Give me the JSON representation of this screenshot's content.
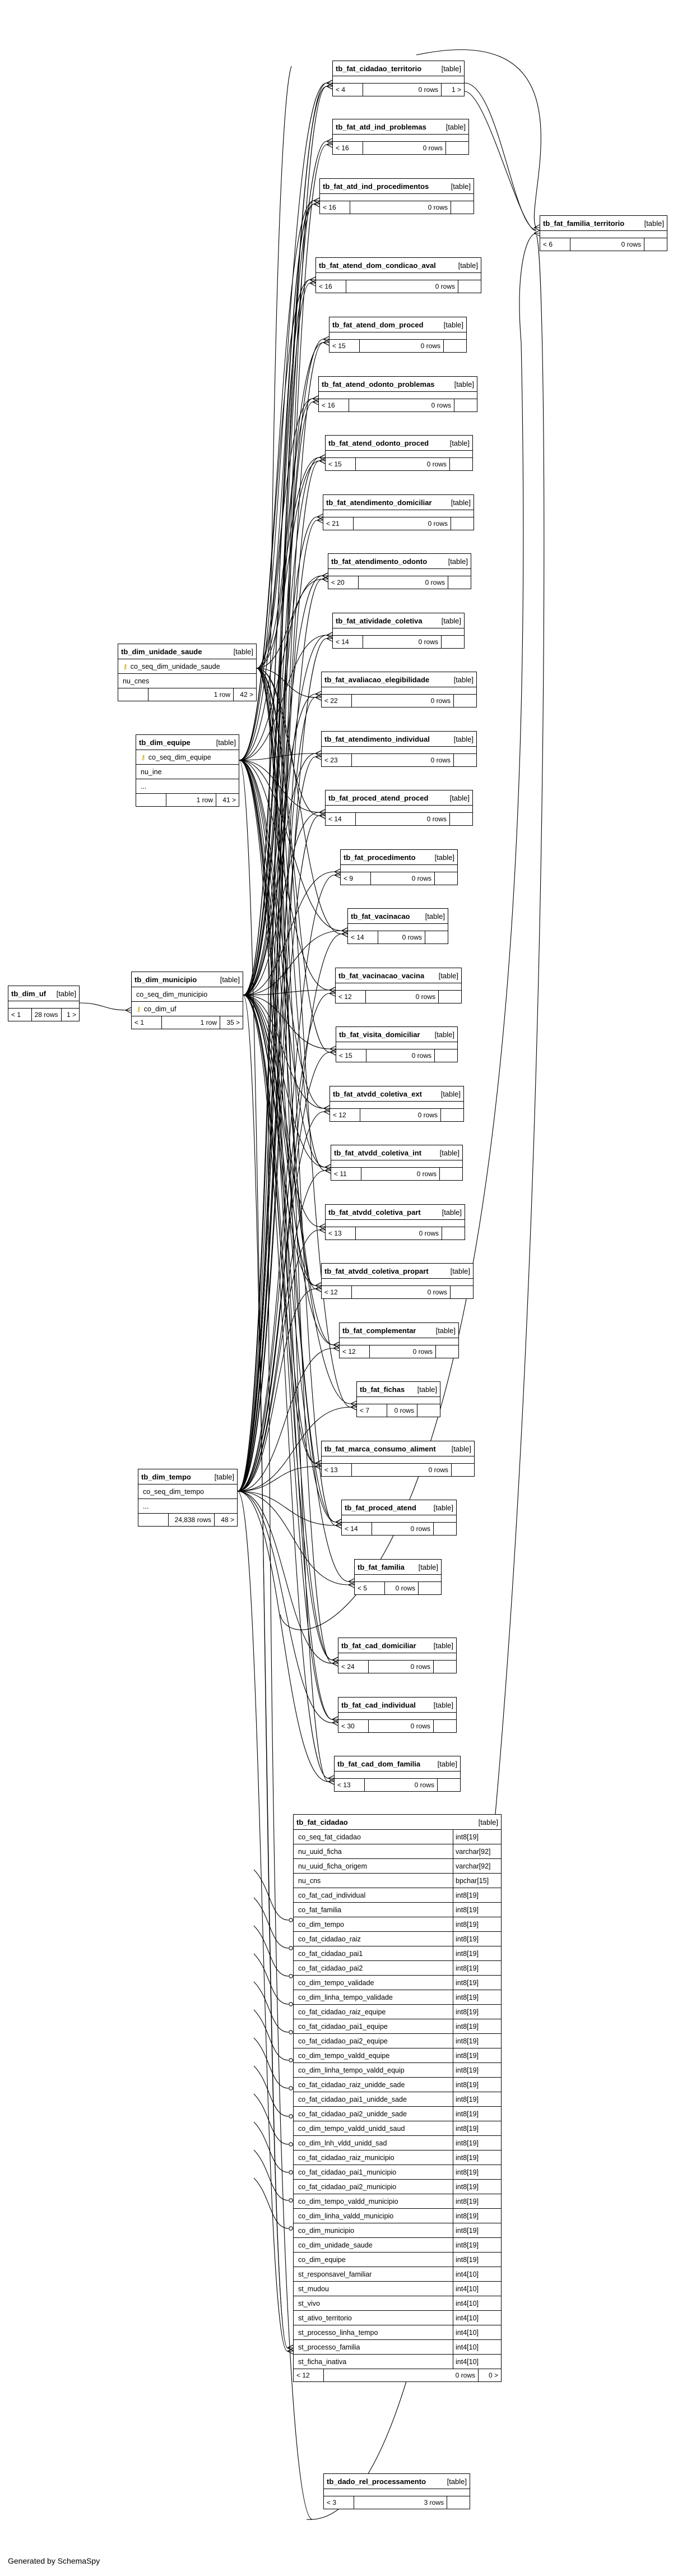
{
  "diagram": {
    "credit": "Generated by SchemaSpy",
    "kind_label": "[table]",
    "key_glyph": "⚷",
    "tables": [
      {
        "id": "tb_dim_uf",
        "name": "tb_dim_uf",
        "c1": "< 1",
        "c2": "28 rows",
        "c3": "1 >"
      },
      {
        "id": "tb_dim_municipio",
        "name": "tb_dim_municipio",
        "columns": [
          {
            "n": "co_seq_dim_municipio"
          },
          {
            "n": "co_dim_uf",
            "key": true
          }
        ],
        "c1": "< 1",
        "c2": "1 row",
        "c3": "35 >"
      },
      {
        "id": "tb_dim_unidade_saude",
        "name": "tb_dim_unidade_saude",
        "columns": [
          {
            "n": "co_seq_dim_unidade_saude",
            "key": true
          },
          {
            "n": "nu_cnes"
          }
        ],
        "c1": "",
        "c2": "1 row",
        "c3": "42 >"
      },
      {
        "id": "tb_dim_equipe",
        "name": "tb_dim_equipe",
        "columns": [
          {
            "n": "co_seq_dim_equipe",
            "key": true
          },
          {
            "n": "nu_ine"
          },
          {
            "n": "..."
          }
        ],
        "c1": "",
        "c2": "1 row",
        "c3": "41 >"
      },
      {
        "id": "tb_dim_tempo",
        "name": "tb_dim_tempo",
        "columns": [
          {
            "n": "co_seq_dim_tempo"
          },
          {
            "n": "..."
          }
        ],
        "c1": "",
        "c2": "24,838 rows",
        "c3": "48 >"
      },
      {
        "id": "tb_fat_familia_territorio",
        "name": "tb_fat_familia_territorio",
        "c1": "< 6",
        "c2": "0 rows",
        "c3": ""
      },
      {
        "id": "tb_fat_cidadao_territorio",
        "name": "tb_fat_cidadao_territorio",
        "c1": "< 4",
        "c2": "0 rows",
        "c3": "1 >"
      },
      {
        "id": "tb_fat_atd_ind_problemas",
        "name": "tb_fat_atd_ind_problemas",
        "c1": "< 16",
        "c2": "0 rows",
        "c3": ""
      },
      {
        "id": "tb_fat_atd_ind_procedimentos",
        "name": "tb_fat_atd_ind_procedimentos",
        "c1": "< 16",
        "c2": "0 rows",
        "c3": ""
      },
      {
        "id": "tb_fat_atend_dom_condicao_aval",
        "name": "tb_fat_atend_dom_condicao_aval",
        "c1": "< 16",
        "c2": "0 rows",
        "c3": ""
      },
      {
        "id": "tb_fat_atend_dom_proced",
        "name": "tb_fat_atend_dom_proced",
        "c1": "< 15",
        "c2": "0 rows",
        "c3": ""
      },
      {
        "id": "tb_fat_atend_odonto_problemas",
        "name": "tb_fat_atend_odonto_problemas",
        "c1": "< 16",
        "c2": "0 rows",
        "c3": ""
      },
      {
        "id": "tb_fat_atend_odonto_proced",
        "name": "tb_fat_atend_odonto_proced",
        "c1": "< 15",
        "c2": "0 rows",
        "c3": ""
      },
      {
        "id": "tb_fat_atendimento_domiciliar",
        "name": "tb_fat_atendimento_domiciliar",
        "c1": "< 21",
        "c2": "0 rows",
        "c3": ""
      },
      {
        "id": "tb_fat_atendimento_odonto",
        "name": "tb_fat_atendimento_odonto",
        "c1": "< 20",
        "c2": "0 rows",
        "c3": ""
      },
      {
        "id": "tb_fat_atividade_coletiva",
        "name": "tb_fat_atividade_coletiva",
        "c1": "< 14",
        "c2": "0 rows",
        "c3": ""
      },
      {
        "id": "tb_fat_avaliacao_elegibilidade",
        "name": "tb_fat_avaliacao_elegibilidade",
        "c1": "< 22",
        "c2": "0 rows",
        "c3": ""
      },
      {
        "id": "tb_fat_atendimento_individual",
        "name": "tb_fat_atendimento_individual",
        "c1": "< 23",
        "c2": "0 rows",
        "c3": ""
      },
      {
        "id": "tb_fat_proced_atend_proced",
        "name": "tb_fat_proced_atend_proced",
        "c1": "< 14",
        "c2": "0 rows",
        "c3": ""
      },
      {
        "id": "tb_fat_procedimento",
        "name": "tb_fat_procedimento",
        "c1": "< 9",
        "c2": "0 rows",
        "c3": ""
      },
      {
        "id": "tb_fat_vacinacao",
        "name": "tb_fat_vacinacao",
        "c1": "< 14",
        "c2": "0 rows",
        "c3": ""
      },
      {
        "id": "tb_fat_vacinacao_vacina",
        "name": "tb_fat_vacinacao_vacina",
        "c1": "< 12",
        "c2": "0 rows",
        "c3": ""
      },
      {
        "id": "tb_fat_visita_domiciliar",
        "name": "tb_fat_visita_domiciliar",
        "c1": "< 15",
        "c2": "0 rows",
        "c3": ""
      },
      {
        "id": "tb_fat_atvdd_coletiva_ext",
        "name": "tb_fat_atvdd_coletiva_ext",
        "c1": "< 12",
        "c2": "0 rows",
        "c3": ""
      },
      {
        "id": "tb_fat_atvdd_coletiva_int",
        "name": "tb_fat_atvdd_coletiva_int",
        "c1": "< 11",
        "c2": "0 rows",
        "c3": ""
      },
      {
        "id": "tb_fat_atvdd_coletiva_part",
        "name": "tb_fat_atvdd_coletiva_part",
        "c1": "< 13",
        "c2": "0 rows",
        "c3": ""
      },
      {
        "id": "tb_fat_atvdd_coletiva_propart",
        "name": "tb_fat_atvdd_coletiva_propart",
        "c1": "< 12",
        "c2": "0 rows",
        "c3": ""
      },
      {
        "id": "tb_fat_complementar",
        "name": "tb_fat_complementar",
        "c1": "< 12",
        "c2": "0 rows",
        "c3": ""
      },
      {
        "id": "tb_fat_fichas",
        "name": "tb_fat_fichas",
        "c1": "< 7",
        "c2": "0 rows",
        "c3": ""
      },
      {
        "id": "tb_fat_marca_consumo_aliment",
        "name": "tb_fat_marca_consumo_aliment",
        "c1": "< 13",
        "c2": "0 rows",
        "c3": ""
      },
      {
        "id": "tb_fat_proced_atend",
        "name": "tb_fat_proced_atend",
        "c1": "< 14",
        "c2": "0 rows",
        "c3": ""
      },
      {
        "id": "tb_fat_familia",
        "name": "tb_fat_familia",
        "c1": "< 5",
        "c2": "0 rows",
        "c3": ""
      },
      {
        "id": "tb_fat_cad_domiciliar",
        "name": "tb_fat_cad_domiciliar",
        "c1": "< 24",
        "c2": "0 rows",
        "c3": ""
      },
      {
        "id": "tb_fat_cad_individual",
        "name": "tb_fat_cad_individual",
        "c1": "< 30",
        "c2": "0 rows",
        "c3": ""
      },
      {
        "id": "tb_fat_cad_dom_familia",
        "name": "tb_fat_cad_dom_familia",
        "c1": "< 13",
        "c2": "0 rows",
        "c3": ""
      },
      {
        "id": "tb_fat_cidadao",
        "name": "tb_fat_cidadao",
        "columns": [
          {
            "n": "co_seq_fat_cidadao",
            "t": "int8[19]"
          },
          {
            "n": "nu_uuid_ficha",
            "t": "varchar[92]"
          },
          {
            "n": "nu_uuid_ficha_origem",
            "t": "varchar[92]"
          },
          {
            "n": "nu_cns",
            "t": "bpchar[15]"
          },
          {
            "n": "co_fat_cad_individual",
            "t": "int8[19]"
          },
          {
            "n": "co_fat_familia",
            "t": "int8[19]"
          },
          {
            "n": "co_dim_tempo",
            "t": "int8[19]"
          },
          {
            "n": "co_fat_cidadao_raiz",
            "t": "int8[19]"
          },
          {
            "n": "co_fat_cidadao_pai1",
            "t": "int8[19]"
          },
          {
            "n": "co_fat_cidadao_pai2",
            "t": "int8[19]"
          },
          {
            "n": "co_dim_tempo_validade",
            "t": "int8[19]"
          },
          {
            "n": "co_dim_linha_tempo_validade",
            "t": "int8[19]"
          },
          {
            "n": "co_fat_cidadao_raiz_equipe",
            "t": "int8[19]"
          },
          {
            "n": "co_fat_cidadao_pai1_equipe",
            "t": "int8[19]"
          },
          {
            "n": "co_fat_cidadao_pai2_equipe",
            "t": "int8[19]"
          },
          {
            "n": "co_dim_tempo_valdd_equipe",
            "t": "int8[19]"
          },
          {
            "n": "co_dim_linha_tempo_valdd_equip",
            "t": "int8[19]"
          },
          {
            "n": "co_fat_cidadao_raiz_unidde_sade",
            "t": "int8[19]"
          },
          {
            "n": "co_fat_cidadao_pai1_unidde_sade",
            "t": "int8[19]"
          },
          {
            "n": "co_fat_cidadao_pai2_unidde_sade",
            "t": "int8[19]"
          },
          {
            "n": "co_dim_tempo_valdd_unidd_saud",
            "t": "int8[19]"
          },
          {
            "n": "co_dim_lnh_vldd_unidd_sad",
            "t": "int8[19]"
          },
          {
            "n": "co_fat_cidadao_raiz_municipio",
            "t": "int8[19]"
          },
          {
            "n": "co_fat_cidadao_pai1_municipio",
            "t": "int8[19]"
          },
          {
            "n": "co_fat_cidadao_pai2_municipio",
            "t": "int8[19]"
          },
          {
            "n": "co_dim_tempo_valdd_municipio",
            "t": "int8[19]"
          },
          {
            "n": "co_dim_linha_valdd_municipio",
            "t": "int8[19]"
          },
          {
            "n": "co_dim_municipio",
            "t": "int8[19]"
          },
          {
            "n": "co_dim_unidade_saude",
            "t": "int8[19]"
          },
          {
            "n": "co_dim_equipe",
            "t": "int8[19]"
          },
          {
            "n": "st_responsavel_familiar",
            "t": "int4[10]"
          },
          {
            "n": "st_mudou",
            "t": "int4[10]"
          },
          {
            "n": "st_vivo",
            "t": "int4[10]"
          },
          {
            "n": "st_ativo_territorio",
            "t": "int4[10]"
          },
          {
            "n": "st_processo_linha_tempo",
            "t": "int4[10]"
          },
          {
            "n": "st_processo_familia",
            "t": "int4[10]"
          },
          {
            "n": "st_ficha_inativa",
            "t": "int4[10]"
          }
        ],
        "c1": "< 12",
        "c2": "0 rows",
        "c3": "0 >"
      },
      {
        "id": "tb_dado_rel_processamento",
        "name": "tb_dado_rel_processamento",
        "c1": "< 3",
        "c2": "3 rows",
        "c3": ""
      }
    ]
  }
}
